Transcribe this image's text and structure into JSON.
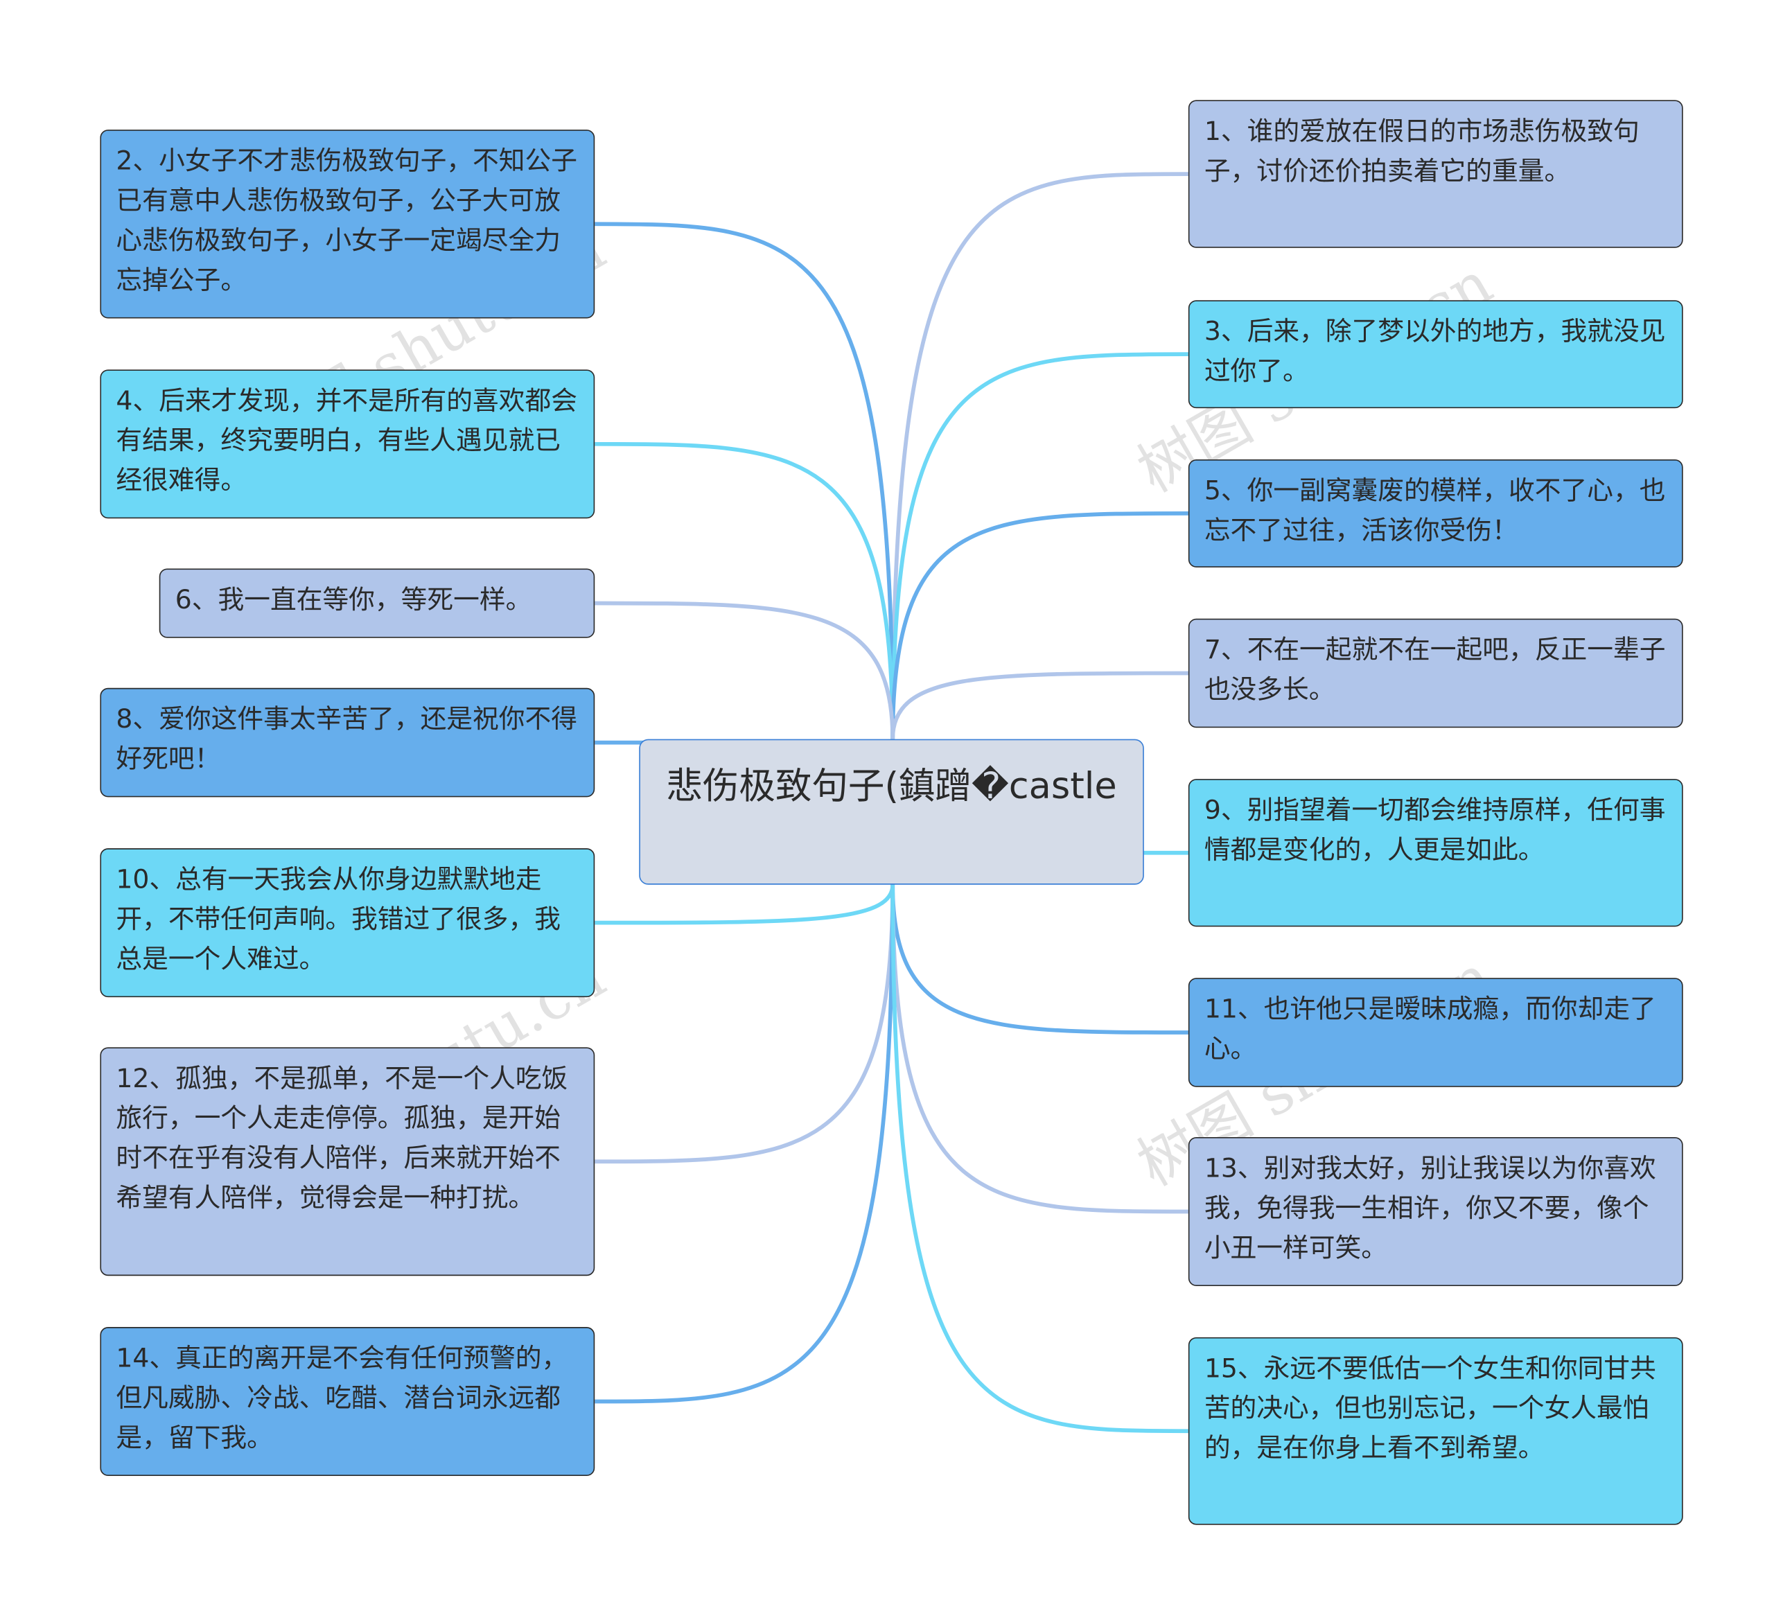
{
  "center": {
    "title": "悲伤极致句子(鎮蹭�castle"
  },
  "watermark": "树图 shutu.cn",
  "colors": {
    "dark": "#66aeec",
    "cyan": "#6dd8f6",
    "lavender": "#b0c5ea",
    "center": "#d5dce8"
  },
  "nodes": [
    {
      "id": "n1",
      "text": "1、谁的爱放在假日的市场悲伤极致句子，讨价还价拍卖着它的重量。",
      "style": "lav"
    },
    {
      "id": "n2",
      "text": "2、小女子不才悲伤极致句子，不知公子已有意中人悲伤极致句子，公子大可放心悲伤极致句子，小女子一定竭尽全力忘掉公子。",
      "style": "dark"
    },
    {
      "id": "n3",
      "text": "3、后来，除了梦以外的地方，我就没见过你了。",
      "style": "cyan"
    },
    {
      "id": "n4",
      "text": "4、后来才发现，并不是所有的喜欢都会有结果，终究要明白，有些人遇见就已经很难得。",
      "style": "cyan"
    },
    {
      "id": "n5",
      "text": "5、你一副窝囊废的模样，收不了心，也忘不了过往，活该你受伤！",
      "style": "dark"
    },
    {
      "id": "n6",
      "text": "6、我一直在等你，等死一样。",
      "style": "lav"
    },
    {
      "id": "n7",
      "text": "7、不在一起就不在一起吧，反正一辈子也没多长。",
      "style": "lav"
    },
    {
      "id": "n8",
      "text": "8、爱你这件事太辛苦了，还是祝你不得好死吧！",
      "style": "dark"
    },
    {
      "id": "n9",
      "text": "9、别指望着一切都会维持原样，任何事情都是变化的，人更是如此。",
      "style": "cyan"
    },
    {
      "id": "n10",
      "text": "10、总有一天我会从你身边默默地走开，不带任何声响。我错过了很多，我总是一个人难过。",
      "style": "cyan"
    },
    {
      "id": "n11",
      "text": "11、也许他只是暧昧成瘾，而你却走了心。",
      "style": "dark"
    },
    {
      "id": "n12",
      "text": "12、孤独，不是孤单，不是一个人吃饭旅行，一个人走走停停。孤独，是开始时不在乎有没有人陪伴，后来就开始不希望有人陪伴，觉得会是一种打扰。",
      "style": "lav"
    },
    {
      "id": "n13",
      "text": "13、别对我太好，别让我误以为你喜欢我，免得我一生相许，你又不要，像个小丑一样可笑。",
      "style": "lav"
    },
    {
      "id": "n14",
      "text": "14、真正的离开是不会有任何预警的，但凡威胁、冷战、吃醋、潜台词永远都是，留下我。",
      "style": "dark"
    },
    {
      "id": "n15",
      "text": "15、永远不要低估一个女生和你同甘共苦的决心，但也别忘记，一个女人最怕的，是在你身上看不到希望。",
      "style": "cyan"
    }
  ]
}
